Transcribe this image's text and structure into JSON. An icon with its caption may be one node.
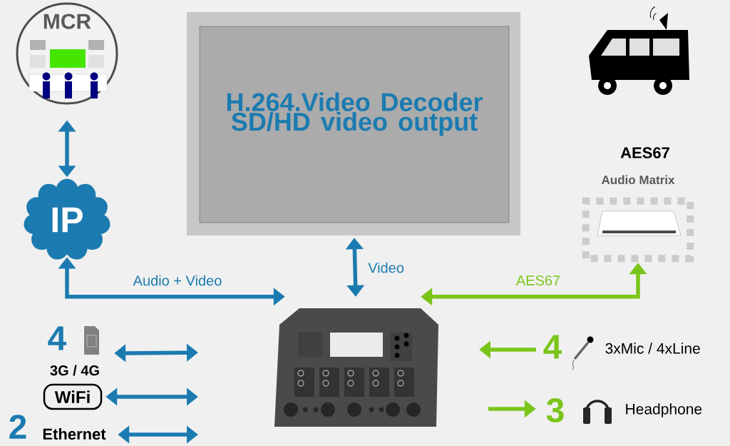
{
  "diagram": {
    "nodes": [
      {
        "text": [
          "MCR"
        ]
      },
      {
        "text": [
          "IP"
        ]
      },
      {
        "text": [
          "H.264.Video Decoder SD/HD video output"
        ]
      },
      {
        "text": [
          "Audio Matrix"
        ]
      },
      {
        "text": [],
        "shape": "picture"
      },
      {
        "text": [
          "4",
          "3G / 4G"
        ]
      },
      {
        "text": [
          "WiFi"
        ]
      },
      {
        "text": [
          "2",
          "Ethernet"
        ]
      },
      {
        "text": [
          "4",
          "3xMic / 4xLine"
        ]
      },
      {
        "text": [
          "3",
          "Headphone"
        ]
      }
    ],
    "edges": [
      {
        "from": 0,
        "to": 1,
        "arrow": "both"
      },
      {
        "from": 1,
        "to": 4,
        "arrow": "both",
        "label": "Audio + Video"
      },
      {
        "from": 2,
        "to": 4,
        "arrow": "both",
        "label": "Video"
      },
      {
        "from": 4,
        "to": 3,
        "arrow": "both",
        "label": "AES67",
        "color": "#7ac51a"
      },
      {
        "from": 5,
        "to": null,
        "arrow": "both"
      },
      {
        "from": 6,
        "to": null,
        "arrow": "both"
      },
      {
        "from": 7,
        "to": null,
        "arrow": "both"
      },
      {
        "from": 8,
        "to": null,
        "arrow": "to",
        "color": "#7ac51a"
      },
      {
        "from": null,
        "to": 9,
        "arrow": "to",
        "color": "#7ac51a"
      }
    ],
    "labels": [
      "AES67"
    ]
  }
}
